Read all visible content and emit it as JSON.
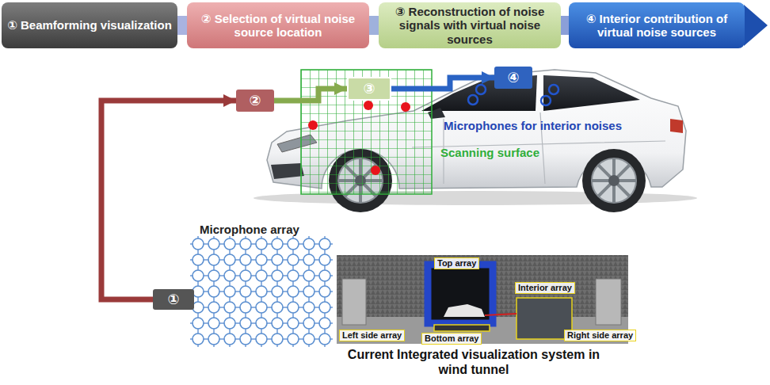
{
  "diagram": {
    "nodes": [
      {
        "text": [
          "① Beamforming visualization"
        ]
      },
      {
        "text": [
          "② Selection of virtual noise source location"
        ]
      },
      {
        "text": [
          "③ Reconstruction of noise signals with virtual noise sources"
        ]
      },
      {
        "text": [
          "④ Interior contribution of virtual noise sources"
        ]
      },
      {
        "text": [
          "①"
        ]
      },
      {
        "text": [
          "②"
        ]
      },
      {
        "text": [
          "③"
        ]
      },
      {
        "text": [
          "④"
        ]
      }
    ],
    "edges": [
      {
        "from": 4,
        "to": 5,
        "arrow": "to"
      },
      {
        "from": 5,
        "to": 6,
        "arrow": "to"
      },
      {
        "from": 6,
        "to": 7,
        "arrow": "to"
      }
    ],
    "labels": [
      "Microphones for interior noises",
      "Scanning surface",
      "Microphone array",
      "Top array",
      "Interior array",
      "Left side array",
      "Right side array",
      "Bottom array",
      "Current Integrated visualization system in wind tunnel"
    ]
  }
}
